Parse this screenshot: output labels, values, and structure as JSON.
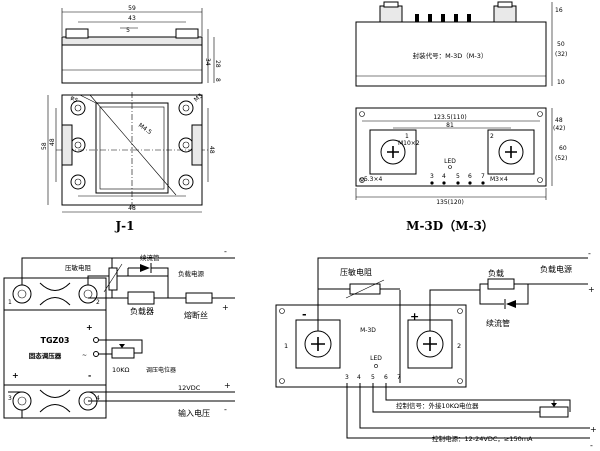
{
  "drawing_j1": {
    "caption": "J-1",
    "dims": {
      "w59": "59",
      "w43": "43",
      "w5": "5",
      "h34": "34",
      "h28": "28",
      "h8": "8",
      "h58": "58",
      "h48": "48",
      "w48": "48",
      "hole": "φ5",
      "m3": "M3",
      "m45": "M4.5"
    }
  },
  "drawing_m3d": {
    "caption": "M-3D（M-3）",
    "package_label": "封装代号：M-3D（M-3）",
    "dims": {
      "h16": "16",
      "h50": "50",
      "h50b": "(32)",
      "h10": "10",
      "w123": "123.5(110)",
      "w81": "81",
      "h48": "48",
      "h42": "(42)",
      "h60": "60",
      "h52": "(52)",
      "w135": "135(120)",
      "m10": "M10×2",
      "phi": "φ5.3×4",
      "m3": "M3×4"
    },
    "terminals": [
      "1",
      "2"
    ],
    "pins": [
      "3",
      "4",
      "5",
      "6",
      "7"
    ],
    "led": "LED"
  },
  "schematic_left": {
    "varistor": "压敏电阻",
    "diode": "续流管",
    "load_power": "负载电源",
    "load": "负载器",
    "fuse": "熔断丝",
    "module_name": "TGZ03",
    "module_desc": "固态调压器",
    "pot": "10KΩ",
    "pot_desc": "调压电位器",
    "vdc": "12VDC",
    "input_voltage": "输入电压",
    "plus": "+",
    "minus": "-",
    "tilde": "~",
    "terminals": [
      "1",
      "2",
      "3",
      "4"
    ]
  },
  "schematic_right": {
    "varistor": "压敏电阻",
    "load": "负载",
    "load_power": "负载电源",
    "diode": "续流管",
    "module_name": "M-3D",
    "led": "LED",
    "terminals": [
      "1",
      "2"
    ],
    "pins": [
      "3",
      "4",
      "5",
      "6",
      "7"
    ],
    "control_signal": "控制信号：外接10KΩ电位器",
    "control_power": "控制电源：12-24VDC，≥150mA",
    "plus": "+",
    "minus": "-"
  }
}
